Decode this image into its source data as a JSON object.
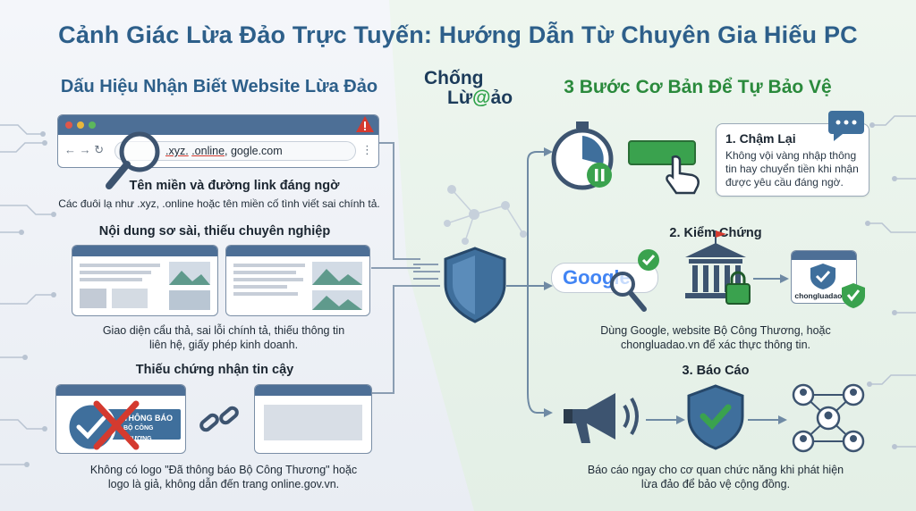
{
  "title": "Cảnh Giác Lừa Đảo Trực Tuyến: Hướng Dẫn Từ Chuyên Gia Hiếu PC",
  "left": {
    "heading": "Dấu Hiệu Nhận Biết Website Lừa Đảo",
    "items": [
      {
        "url_text": "gogle.com",
        "url_parts": [
          ".xyz.",
          ".online"
        ],
        "heading": "Tên miền và đường link đáng ngờ",
        "desc": "Các đuôi lạ như .xyz, .online hoặc tên miền cố tình viết sai chính tả."
      },
      {
        "heading": "Nội dung sơ sài, thiếu chuyên nghiệp",
        "desc_line1": "Giao diện cẩu thả, sai lỗi chính tả, thiếu thông tin",
        "desc_line2": "liên hệ, giấy phép kinh doanh."
      },
      {
        "heading": "Thiếu chứng nhận tin cậy",
        "badge_line1": "THÔNG BÁO",
        "badge_line2": "BỘ CÔNG THƯƠNG",
        "desc_line1": "Không có logo \"Đã thông báo Bộ Công Thương\" hoặc",
        "desc_line2": "logo là giả, không dẫn đến trang online.gov.vn."
      }
    ]
  },
  "logo": {
    "line1": "Chống",
    "line2_a": "Lừ",
    "line2_at": "@",
    "line2_b": "ảo"
  },
  "right": {
    "heading": "3 Bước Cơ Bản Để Tự Bảo Vệ",
    "steps": [
      {
        "heading": "1. Chậm Lại",
        "desc_line1": "Không vội vàng nhập thông",
        "desc_line2": "tin hay chuyển tiền khi nhận",
        "desc_line3": "được yêu cầu đáng ngờ."
      },
      {
        "heading": "2. Kiểm Chứng",
        "google": "Google",
        "site_label": "chongluadao.vn",
        "desc_line1": "Dùng Google, website Bộ Công Thương, hoặc",
        "desc_line2": "chongluadao.vn để xác thực thông tin."
      },
      {
        "heading": "3. Báo Cáo",
        "desc_line1": "Báo cáo ngay cho cơ quan chức năng khi phát hiện",
        "desc_line2": "lừa đảo để bảo vệ cộng đồng."
      }
    ]
  },
  "colors": {
    "blue_title": "#2d5f8a",
    "green_title": "#2a8a3c",
    "browser_bar": "#4d6f96",
    "warning_red": "#d43a2f",
    "shield_blue": "#3f6f9c",
    "check_green": "#3aa24e"
  }
}
